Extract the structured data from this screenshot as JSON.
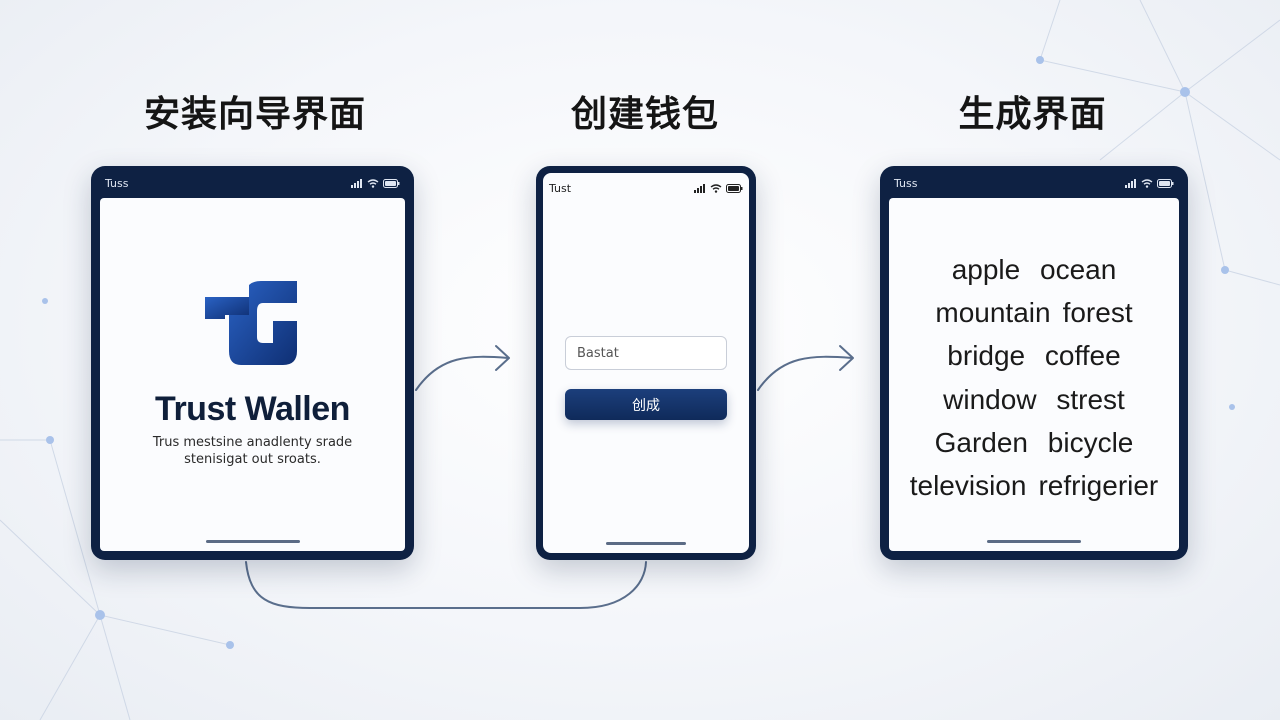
{
  "steps": [
    {
      "title": "安装向导界面"
    },
    {
      "title": "创建钱包"
    },
    {
      "title": "生成界面"
    }
  ],
  "phone1": {
    "status_label": "Tuss",
    "logo_icon": "trust-wallet-logo-icon",
    "app_name": "Trust Wallen",
    "description_line1": "Trus mestsine anadlenty srade",
    "description_line2": "stenisigat out sroats."
  },
  "phone2": {
    "status_label": "Tust",
    "input_value": "Bastat",
    "create_label": "创成"
  },
  "phone3": {
    "status_label": "Tuss",
    "words": [
      [
        "apple",
        "ocean"
      ],
      [
        "mountain",
        "forest"
      ],
      [
        "bridge",
        "coffee"
      ],
      [
        "window",
        "strest"
      ],
      [
        "Garden",
        "bicycle"
      ],
      [
        "television",
        "refrigerier"
      ]
    ]
  },
  "colors": {
    "frame": "#0e2143",
    "accent": "#1c3f7c",
    "logo_blue": "#1d4fa3",
    "connector": "#5a6e8c"
  },
  "icons": [
    "signal-icon",
    "wifi-icon",
    "battery-icon",
    "arrow-right-icon"
  ]
}
